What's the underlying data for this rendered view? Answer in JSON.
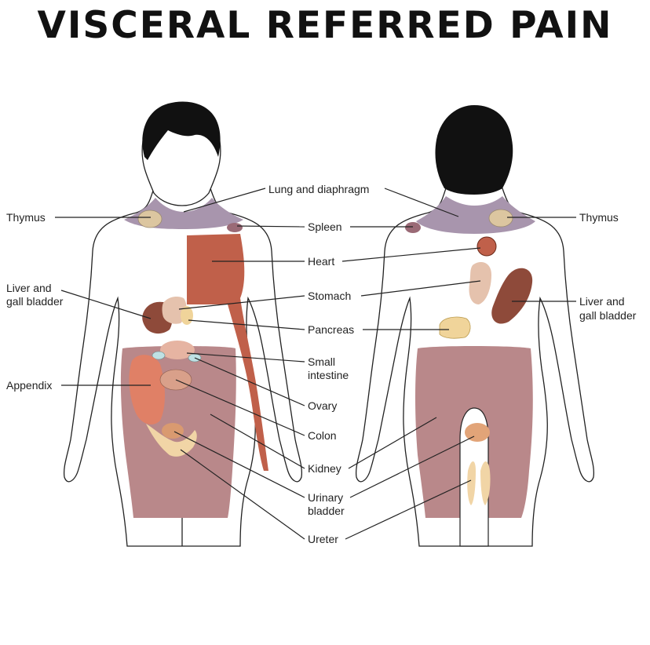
{
  "title": "VISCERAL REFERRED PAIN",
  "colors": {
    "lung_diaphragm": "#a895ad",
    "heart": "#c0604a",
    "liver": "#8e4a3a",
    "stomach": "#e5c2ad",
    "pancreas": "#f0d49a",
    "small_intestine": "#e6b4a2",
    "appendix": "#e08066",
    "ovary": "#d9a08a",
    "colon": "#b9888a",
    "urinary_bladder": "#f1d5a6",
    "thymus": "#dcc6a0",
    "spleen": "#9a6a76",
    "ureter": "#f1d5a6",
    "kidney": "#b9888a"
  },
  "labels": {
    "lung_diaphragm": "Lung and diaphragm",
    "spleen": "Spleen",
    "heart": "Heart",
    "stomach": "Stomach",
    "pancreas": "Pancreas",
    "small_intestine_1": "Small",
    "small_intestine_2": "intestine",
    "ovary": "Ovary",
    "colon": "Colon",
    "kidney": "Kidney",
    "urinary_bladder_1": "Urinary",
    "urinary_bladder_2": "bladder",
    "ureter": "Ureter",
    "thymus_front": "Thymus",
    "thymus_back": "Thymus",
    "liver_front_1": "Liver and",
    "liver_front_2": "gall bladder",
    "liver_back_1": "Liver and",
    "liver_back_2": "gall bladder",
    "appendix": "Appendix"
  }
}
